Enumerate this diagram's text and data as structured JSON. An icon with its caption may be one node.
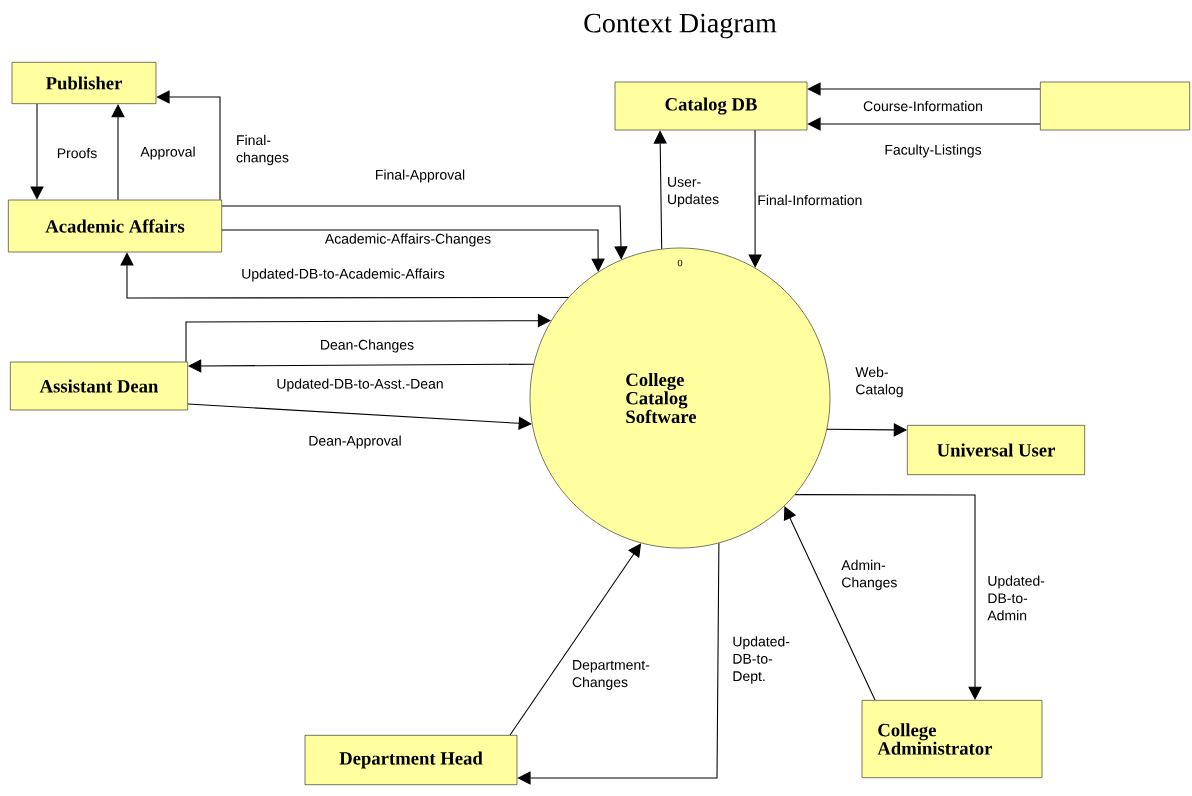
{
  "diagram": {
    "title": "Context Diagram",
    "nodes": [
      {
        "text": [
          "Publisher"
        ]
      },
      {
        "text": [
          "Academic Affairs"
        ]
      },
      {
        "text": [
          "Catalog DB"
        ]
      },
      {
        "text": [],
        "shape": "box"
      },
      {
        "text": [
          "0",
          "College Catalog Software"
        ]
      },
      {
        "text": [
          "Assistant Dean"
        ]
      },
      {
        "text": [
          "Universal User"
        ]
      },
      {
        "text": [
          "Department Head"
        ]
      },
      {
        "text": [
          "College Administrator"
        ]
      }
    ],
    "edges": [
      {
        "from": 0,
        "to": 1,
        "arrow": "to",
        "label": "Proofs"
      },
      {
        "from": 1,
        "to": 0,
        "arrow": "to",
        "label": "Approval"
      },
      {
        "from": 1,
        "to": 0,
        "arrow": "to",
        "label": "Final-changes"
      },
      {
        "from": 1,
        "to": 4,
        "arrow": "to",
        "label": "Final-Approval"
      },
      {
        "from": 1,
        "to": 4,
        "arrow": "to",
        "label": "Academic-Affairs-Changes"
      },
      {
        "from": 4,
        "to": 1,
        "arrow": "to",
        "label": "Updated-DB-to-Academic-Affairs"
      },
      {
        "from": 4,
        "to": 2,
        "arrow": "to",
        "label": "User-Updates"
      },
      {
        "from": 2,
        "to": 4,
        "arrow": "to",
        "label": "Final-Information"
      },
      {
        "from": 3,
        "to": 2,
        "arrow": "to",
        "label": "Course-Information"
      },
      {
        "from": 3,
        "to": 2,
        "arrow": "to",
        "label": "Faculty-Listings"
      },
      {
        "from": 5,
        "to": 4,
        "arrow": "to",
        "label": "Dean-Changes"
      },
      {
        "from": 4,
        "to": 5,
        "arrow": "to",
        "label": "Updated-DB-to-Asst.-Dean"
      },
      {
        "from": 5,
        "to": 4,
        "arrow": "to",
        "label": "Dean-Approval"
      },
      {
        "from": 4,
        "to": 6,
        "arrow": "to",
        "label": "Web-Catalog"
      },
      {
        "from": 7,
        "to": 4,
        "arrow": "to",
        "label": "Department-Changes"
      },
      {
        "from": 4,
        "to": 7,
        "arrow": "to",
        "label": "Updated-DB-to-Dept."
      },
      {
        "from": 8,
        "to": 4,
        "arrow": "to",
        "label": "Admin-Changes"
      },
      {
        "from": 4,
        "to": 8,
        "arrow": "to",
        "label": "Updated-DB-to-Admin"
      }
    ]
  }
}
